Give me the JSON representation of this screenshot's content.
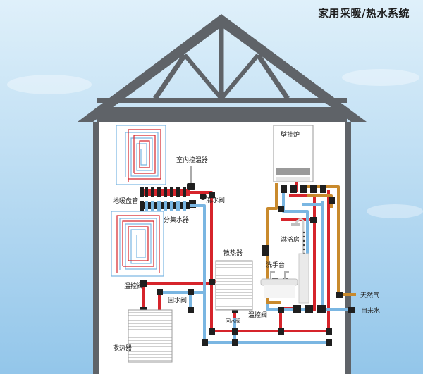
{
  "title": "家用采暖/热水系统",
  "labels": {
    "boiler": "壁挂炉",
    "thermostat": "室内控温器",
    "floor_coil": "地暖盘管",
    "mixing_valve": "混水阀",
    "manifold": "分集水器",
    "shower_room": "淋浴房",
    "radiator_center": "散热器",
    "wash_basin": "洗手台",
    "temp_valve_left": "温控阀",
    "return_valve_left": "回水阀",
    "return_valve_center": "回水阀",
    "temp_valve_center": "温控阀",
    "radiator_bottom": "散热器",
    "natural_gas": "天然气",
    "tap_water": "自来水"
  },
  "colors": {
    "sky": "#a9d3ee",
    "house_frame": "#5f6368",
    "hot_pipe": "#d6242b",
    "cold_pipe": "#7ab6e2",
    "gas_pipe": "#c98a2d",
    "fitting": "#1f1f1f"
  }
}
